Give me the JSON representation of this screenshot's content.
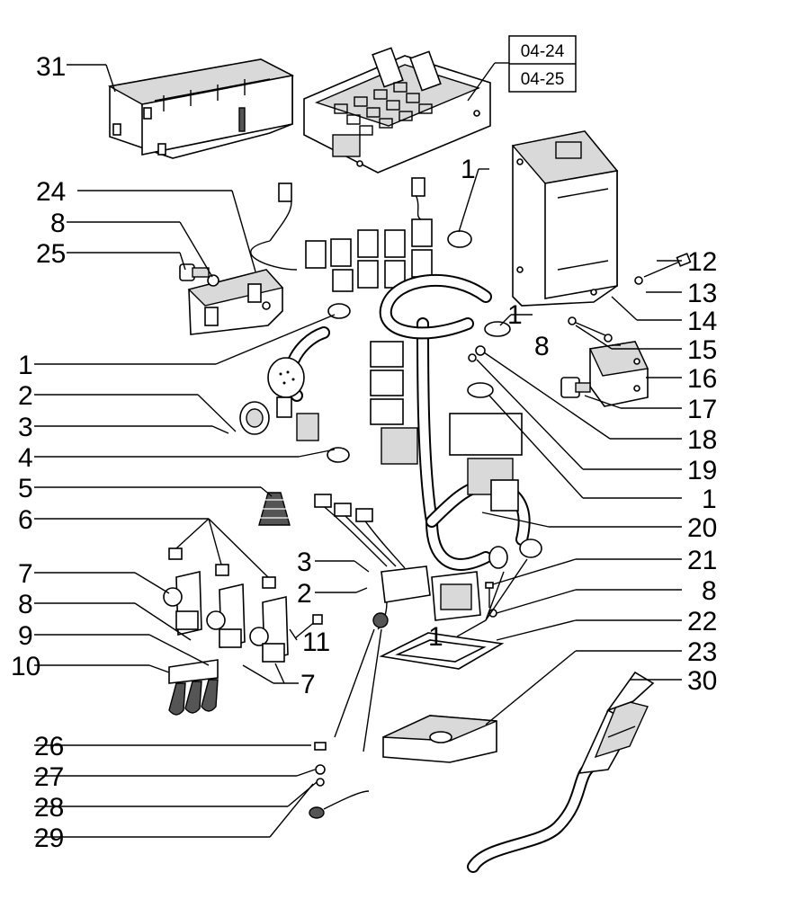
{
  "callouts": [
    {
      "id": "31",
      "text": "31"
    },
    {
      "id": "24",
      "text": "24"
    },
    {
      "id": "8a",
      "text": "8"
    },
    {
      "id": "25",
      "text": "25"
    },
    {
      "id": "1a",
      "text": "1"
    },
    {
      "id": "1b",
      "text": "1"
    },
    {
      "id": "2a",
      "text": "2"
    },
    {
      "id": "3a",
      "text": "3"
    },
    {
      "id": "4",
      "text": "4"
    },
    {
      "id": "5",
      "text": "5"
    },
    {
      "id": "6",
      "text": "6"
    },
    {
      "id": "7a",
      "text": "7"
    },
    {
      "id": "8b",
      "text": "8"
    },
    {
      "id": "9",
      "text": "9"
    },
    {
      "id": "10",
      "text": "10"
    },
    {
      "id": "3b",
      "text": "3"
    },
    {
      "id": "2b",
      "text": "2"
    },
    {
      "id": "11",
      "text": "11"
    },
    {
      "id": "7b",
      "text": "7"
    },
    {
      "id": "26",
      "text": "26"
    },
    {
      "id": "27",
      "text": "27"
    },
    {
      "id": "28",
      "text": "28"
    },
    {
      "id": "29",
      "text": "29"
    },
    {
      "id": "1c",
      "text": "1"
    },
    {
      "id": "8c",
      "text": "8"
    },
    {
      "id": "12",
      "text": "12"
    },
    {
      "id": "13",
      "text": "13"
    },
    {
      "id": "14",
      "text": "14"
    },
    {
      "id": "15",
      "text": "15"
    },
    {
      "id": "16",
      "text": "16"
    },
    {
      "id": "17",
      "text": "17"
    },
    {
      "id": "18",
      "text": "18"
    },
    {
      "id": "19",
      "text": "19"
    },
    {
      "id": "1d",
      "text": "1"
    },
    {
      "id": "20",
      "text": "20"
    },
    {
      "id": "21",
      "text": "21"
    },
    {
      "id": "8d",
      "text": "8"
    },
    {
      "id": "22",
      "text": "22"
    },
    {
      "id": "23",
      "text": "23"
    },
    {
      "id": "30",
      "text": "30"
    },
    {
      "id": "1e",
      "text": "1"
    }
  ],
  "reference_box": {
    "line1": "04-24",
    "line2": "04-25"
  }
}
